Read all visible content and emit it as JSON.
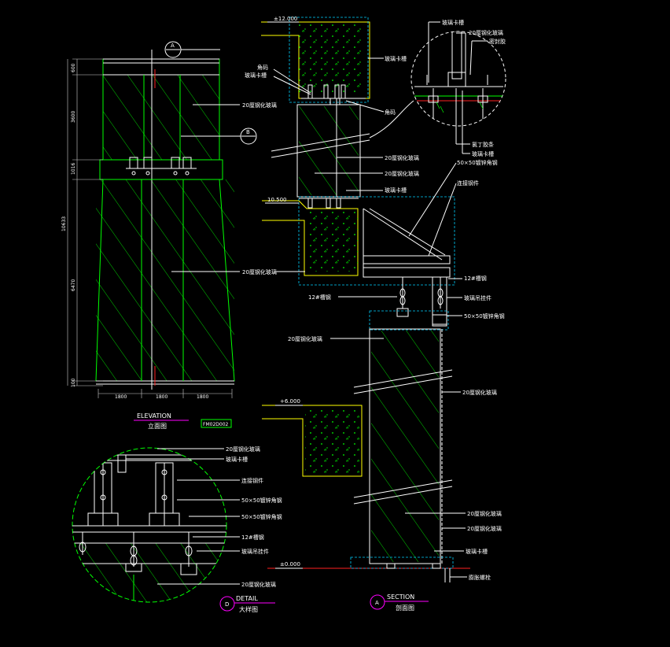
{
  "elevation": {
    "title_en": "ELEVATION",
    "title_cn": "立面图",
    "sheet_ref": "FM02D002",
    "marker_a": "A",
    "marker_b": "B",
    "dims_vertical": [
      "600",
      "3600",
      "1016",
      "6470",
      "100"
    ],
    "dim_total": "10633",
    "dims_horizontal": [
      "1800",
      "1800",
      "1800"
    ],
    "label_glass_top": "20厘钢化玻璃",
    "label_glass_bottom": "20厘钢化玻璃"
  },
  "section": {
    "title_en": "SECTION",
    "title_cn": "剖面图",
    "marker": "A",
    "levels": [
      "±12.000",
      "10.500",
      "+6.000",
      "±0.000"
    ],
    "labels": [
      "角码",
      "玻璃卡槽",
      "玻璃卡槽",
      "角码",
      "20厘钢化玻璃",
      "20厘钢化玻璃",
      "玻璃卡槽",
      "50×50镀锌角钢",
      "连接钢件",
      "12#槽钢",
      "12#槽钢",
      "玻璃吊挂件",
      "50×50镀锌角钢",
      "20厘钢化玻璃",
      "20厘钢化玻璃",
      "20厘钢化玻璃",
      "20厘钢化玻璃",
      "玻璃卡槽",
      "膨胀螺栓"
    ]
  },
  "top_detail": {
    "labels": [
      "玻璃卡槽",
      "20厘钢化玻璃",
      "密封胶",
      "氯丁胶条",
      "玻璃卡槽"
    ]
  },
  "detail": {
    "title_en": "DETAIL",
    "title_cn": "大样图",
    "marker": "D",
    "labels": [
      "20厘钢化玻璃",
      "玻璃卡槽",
      "连接钢件",
      "50×50镀锌角钢",
      "50×50镀锌角钢",
      "12#槽钢",
      "玻璃吊挂件",
      "20厘钢化玻璃"
    ]
  }
}
